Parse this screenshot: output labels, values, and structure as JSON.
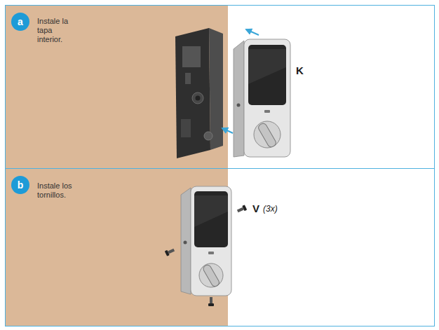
{
  "diagram": {
    "nodes": [
      {
        "text": [
          "Instale la tapa interior."
        ]
      },
      {
        "text": [
          "a"
        ],
        "in": 0
      },
      {
        "text": [
          "Instale los tornillos."
        ]
      },
      {
        "text": [
          "b"
        ],
        "in": 2
      }
    ],
    "labels": [
      "K",
      "V",
      "(3x)"
    ]
  }
}
